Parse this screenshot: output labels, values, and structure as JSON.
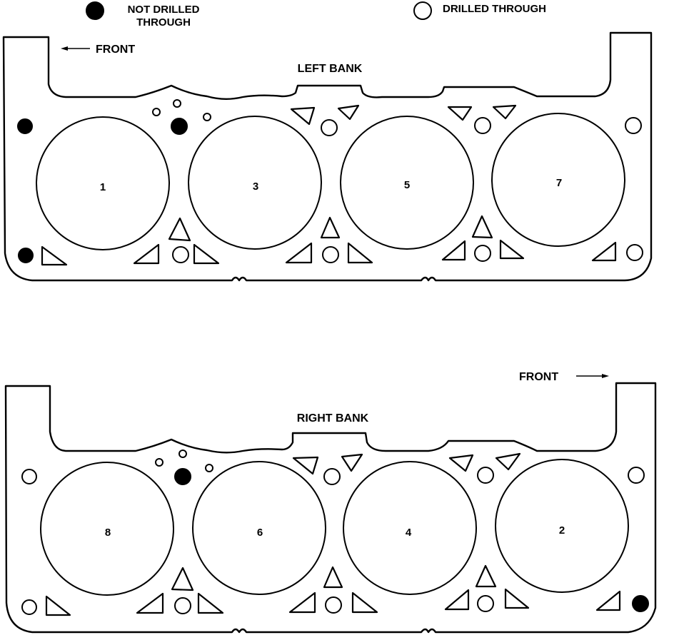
{
  "legend": {
    "not_drilled": "NOT DRILLED\nTHROUGH",
    "drilled": "DRILLED THROUGH"
  },
  "left_bank": {
    "title": "LEFT BANK",
    "front_label": "FRONT",
    "cylinders": [
      "1",
      "3",
      "5",
      "7"
    ]
  },
  "right_bank": {
    "title": "RIGHT BANK",
    "front_label": "FRONT",
    "cylinders": [
      "8",
      "6",
      "4",
      "2"
    ]
  },
  "colors": {
    "ink": "#000000",
    "paper": "#ffffff"
  }
}
